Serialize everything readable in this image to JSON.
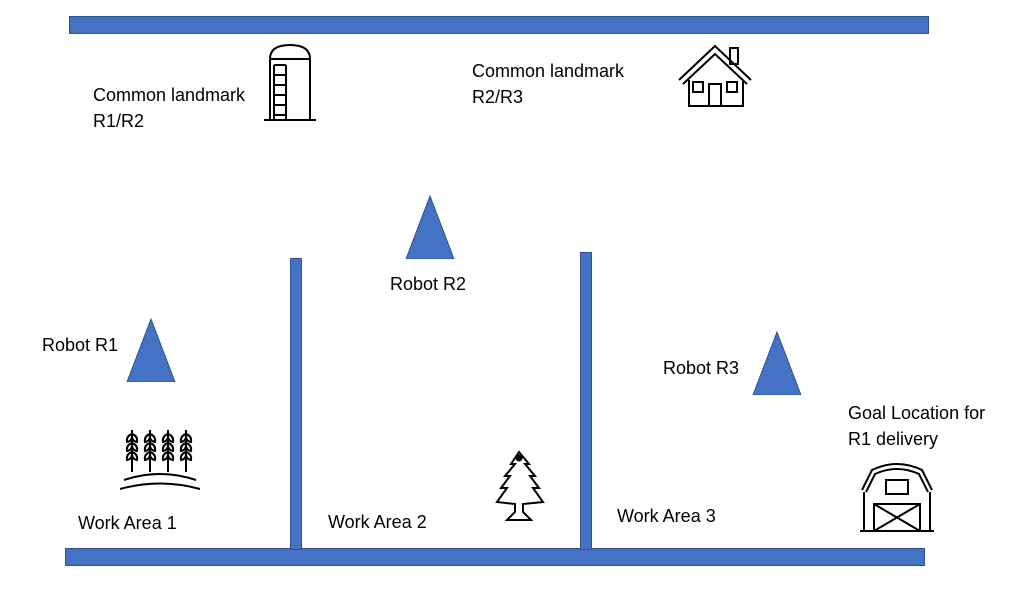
{
  "colors": {
    "wall_fill": "#4472c4",
    "wall_stroke": "#2f528f",
    "robot_fill": "#4472c4",
    "icon_stroke": "#000000",
    "text": "#000000"
  },
  "landmarks": {
    "r1_r2": {
      "line1": "Common landmark",
      "line2": "R1/R2",
      "icon": "silo-icon"
    },
    "r2_r3": {
      "line1": "Common landmark",
      "line2": "R2/R3",
      "icon": "house-icon"
    }
  },
  "robots": {
    "r1": {
      "label": "Robot R1",
      "icon": "triangle-icon"
    },
    "r2": {
      "label": "Robot R2",
      "icon": "triangle-icon"
    },
    "r3": {
      "label": "Robot R3",
      "icon": "triangle-icon"
    }
  },
  "work_areas": {
    "area1": {
      "label": "Work Area 1",
      "icon": "wheat-icon"
    },
    "area2": {
      "label": "Work Area 2",
      "icon": "tree-icon"
    },
    "area3": {
      "label": "Work Area 3"
    }
  },
  "goal": {
    "line1": "Goal Location for",
    "line2": "R1 delivery",
    "icon": "barn-icon"
  }
}
